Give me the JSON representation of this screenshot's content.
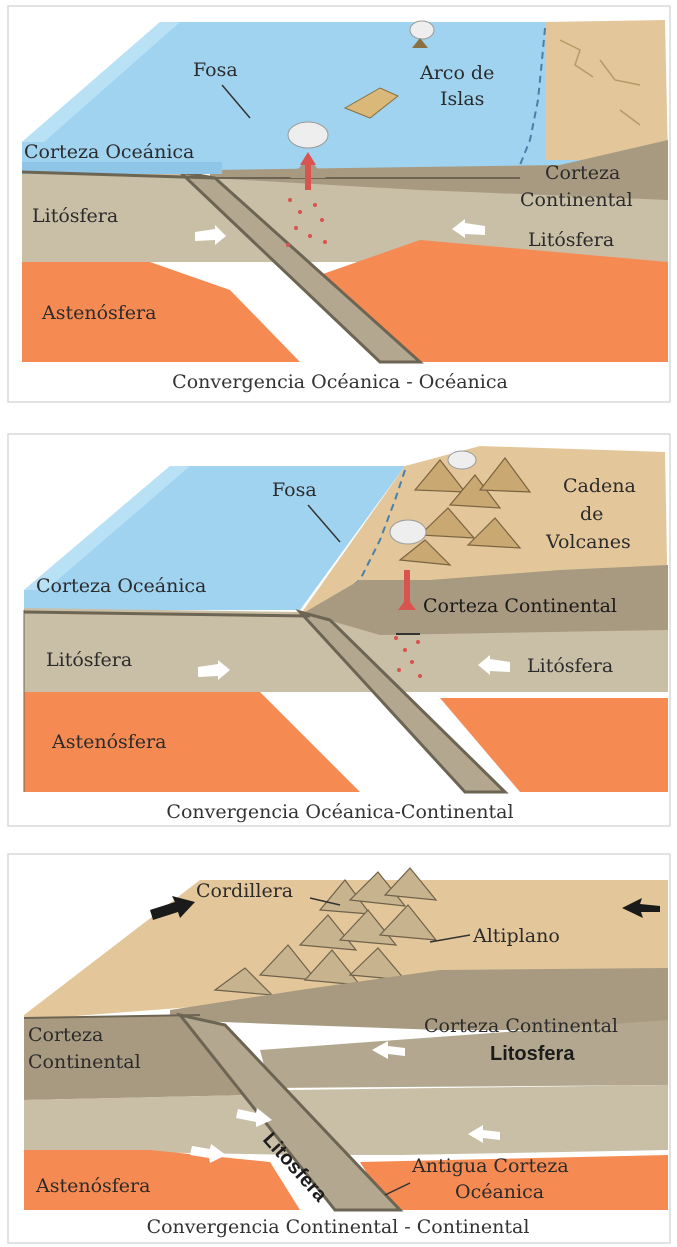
{
  "panels": [
    {
      "caption": "Convergencia Océanica - Océanica",
      "labels": {
        "fosa": "Fosa",
        "arco_line1": "Arco de",
        "arco_line2": "Islas",
        "corteza_oceanica": "Corteza Oceánica",
        "corteza_cont_line1": "Corteza",
        "corteza_cont_line2": "Continental",
        "litosfera_left": "Litósfera",
        "litosfera_right": "Litósfera",
        "astenosfera": "Astenósfera"
      }
    },
    {
      "caption": "Convergencia Océanica-Continental",
      "labels": {
        "fosa": "Fosa",
        "cadena_line1": "Cadena",
        "cadena_line2": "de",
        "cadena_line3": "Volcanes",
        "corteza_oceanica": "Corteza Oceánica",
        "corteza_continental": "Corteza Continental",
        "litosfera_left": "Litósfera",
        "litosfera_right": "Litósfera",
        "astenosfera": "Astenósfera"
      }
    },
    {
      "caption": "Convergencia Continental - Continental",
      "labels": {
        "cordillera": "Cordillera",
        "altiplano": "Altiplano",
        "corteza_left_line1": "Corteza",
        "corteza_left_line2": "Continental",
        "corteza_right": "Corteza Continental",
        "litosfera_right": "Litosfera",
        "litosfera_slab": "Litosfera",
        "astenosfera": "Astenósfera",
        "antigua_line1": "Antigua Corteza",
        "antigua_line2": "Océanica"
      }
    }
  ],
  "colors": {
    "ocean": "#9fd3f0",
    "land": "#e3c79a",
    "lithosphere": "#c9bea6",
    "crust": "#a89a80",
    "asthenosphere": "#f58a52",
    "magma": "#d9534f"
  }
}
